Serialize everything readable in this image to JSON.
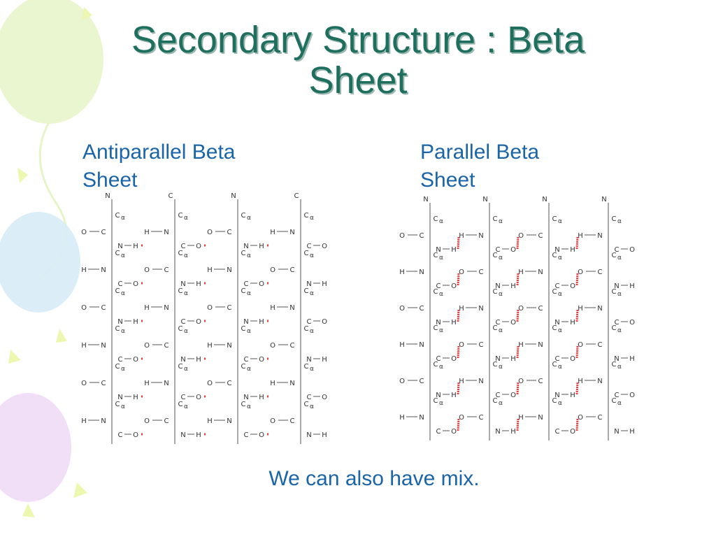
{
  "slide": {
    "title_line1": "Secondary Structure : Beta",
    "title_line2": "Sheet",
    "left_label_line1": "Antiparallel Beta",
    "left_label_line2": "Sheet",
    "right_label_line1": "Parallel Beta",
    "right_label_line2": "Sheet",
    "caption": "We can also have mix."
  },
  "colors": {
    "title": "#1f6f5f",
    "title_shadow": "#9cb7b0",
    "label_text": "#1a64a8",
    "hydrogen_bond": "#e63a3a",
    "balloon_green": "#e6f5c8",
    "balloon_blue": "#d7ecf7",
    "balloon_purple": "#eedcf5"
  },
  "diagrams": {
    "antiparallel": {
      "name": "antiparallel-beta-sheet"
    },
    "parallel": {
      "name": "parallel-beta-sheet"
    }
  },
  "atoms": {
    "carbon": "C",
    "alpha_carbon": "α",
    "nitrogen": "N",
    "hydrogen": "H",
    "oxygen": "O"
  }
}
